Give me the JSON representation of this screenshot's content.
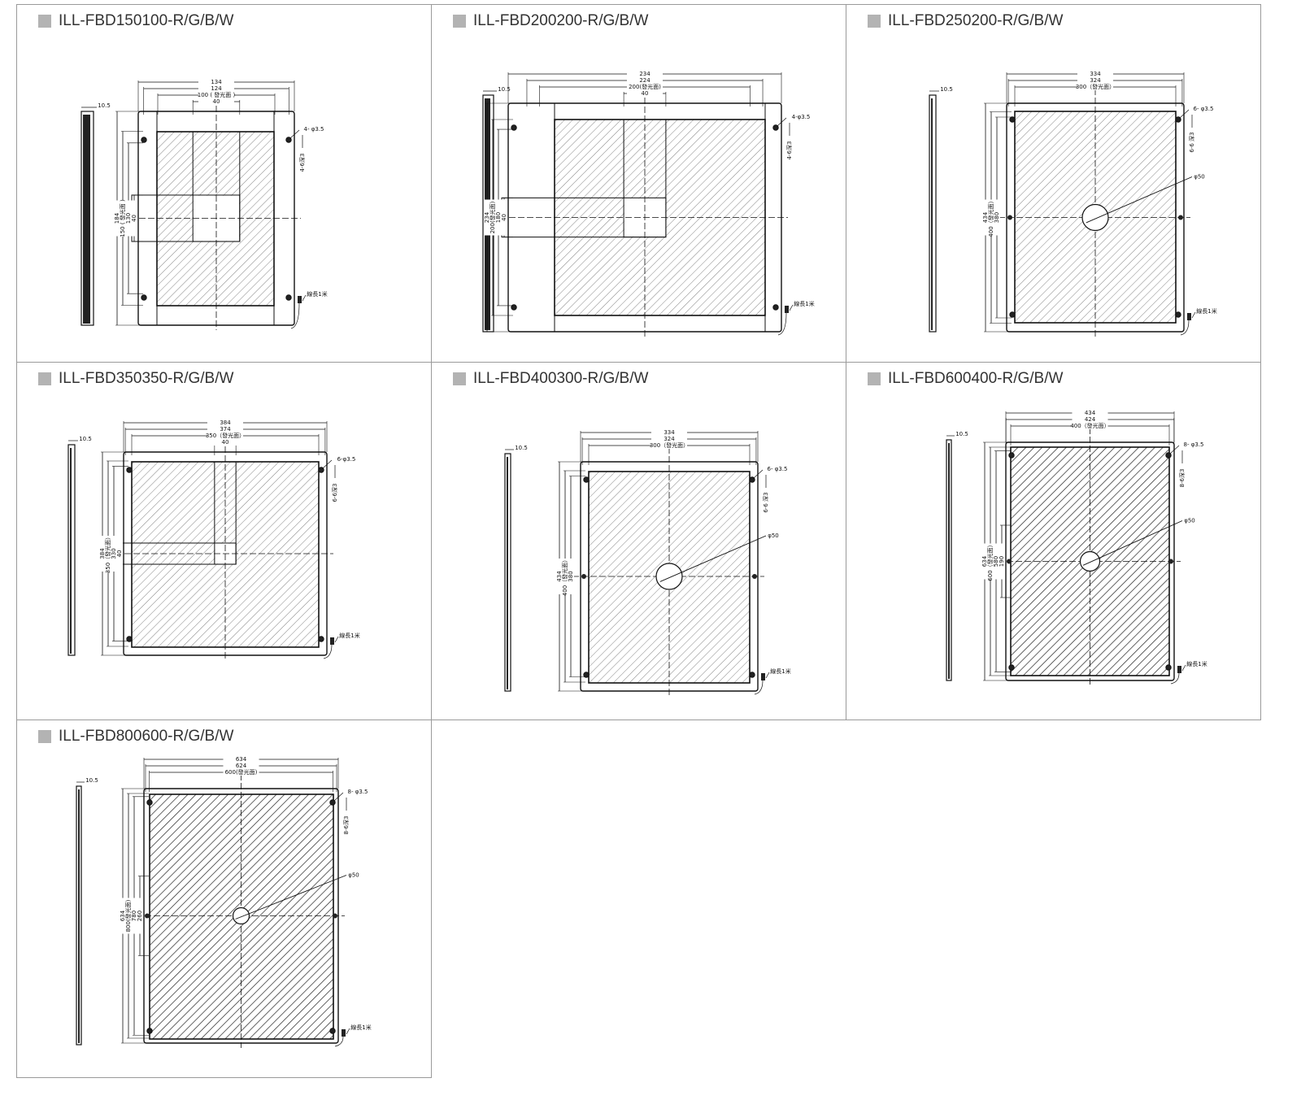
{
  "colors": {
    "title_square": "#b3b3b3",
    "line": "#111111",
    "hatch": "#555555"
  },
  "panels": [
    {
      "title": "ILL-FBD150100-R/G/B/W",
      "thickness": "10.5",
      "width_dims": [
        "134",
        "124",
        "100 ( 發光面 )",
        "40"
      ],
      "height_dims": [
        "184",
        "150 ( 發光面 )",
        "130",
        "40"
      ],
      "hole_label": "4- φ3.5",
      "depth_label": "4-6深3",
      "cable_label": "線長1米"
    },
    {
      "title": "ILL-FBD200200-R/G/B/W",
      "thickness": "10.5",
      "width_dims": [
        "234",
        "224",
        "200(發光面)",
        "40"
      ],
      "height_dims": [
        "234",
        "200(發光面)",
        "180",
        "40"
      ],
      "hole_label": "4-φ3.5",
      "depth_label": "4-6深3",
      "cable_label": "線長1米"
    },
    {
      "title": "ILL-FBD250200-R/G/B/W",
      "thickness": "10.5",
      "width_dims": [
        "334",
        "324",
        "300（發光面）"
      ],
      "height_dims": [
        "434",
        "400（發光面）",
        "380"
      ],
      "hole_label": "6- φ3.5",
      "depth_label": "6-6 深3",
      "diameter_label": "φ50",
      "cable_label": "線長1米"
    },
    {
      "title": "ILL-FBD350350-R/G/B/W",
      "thickness": "10.5",
      "width_dims": [
        "384",
        "374",
        "350（發光面）",
        "40"
      ],
      "height_dims": [
        "384",
        "350（發光面）",
        "330",
        "40"
      ],
      "hole_label": "6-φ3.5",
      "depth_label": "6-6深3",
      "cable_label": "線長1米"
    },
    {
      "title": "ILL-FBD400300-R/G/B/W",
      "thickness": "10.5",
      "width_dims": [
        "334",
        "324",
        "300（發光面）"
      ],
      "height_dims": [
        "434",
        "400（發光面）",
        "380"
      ],
      "hole_label": "6- φ3.5",
      "depth_label": "6-6 深3",
      "diameter_label": "φ50",
      "cable_label": "線長1米"
    },
    {
      "title": "ILL-FBD600400-R/G/B/W",
      "thickness": "10.5",
      "width_dims": [
        "434",
        "424",
        "400（發光面）"
      ],
      "height_dims": [
        "634",
        "600（發光面）",
        "580",
        "190"
      ],
      "hole_label": "8- φ3.5",
      "depth_label": "8-6深3",
      "diameter_label": "φ50",
      "cable_label": "線長1米"
    },
    {
      "title": "ILL-FBD800600-R/G/B/W",
      "thickness": "10.5",
      "width_dims": [
        "634",
        "624",
        "600(發光面)"
      ],
      "height_dims": [
        "634",
        "800(發光面)",
        "780",
        "260"
      ],
      "hole_label": "8- φ3.5",
      "depth_label": "8-6深3",
      "diameter_label": "φ50",
      "cable_label": "線長1米"
    }
  ]
}
